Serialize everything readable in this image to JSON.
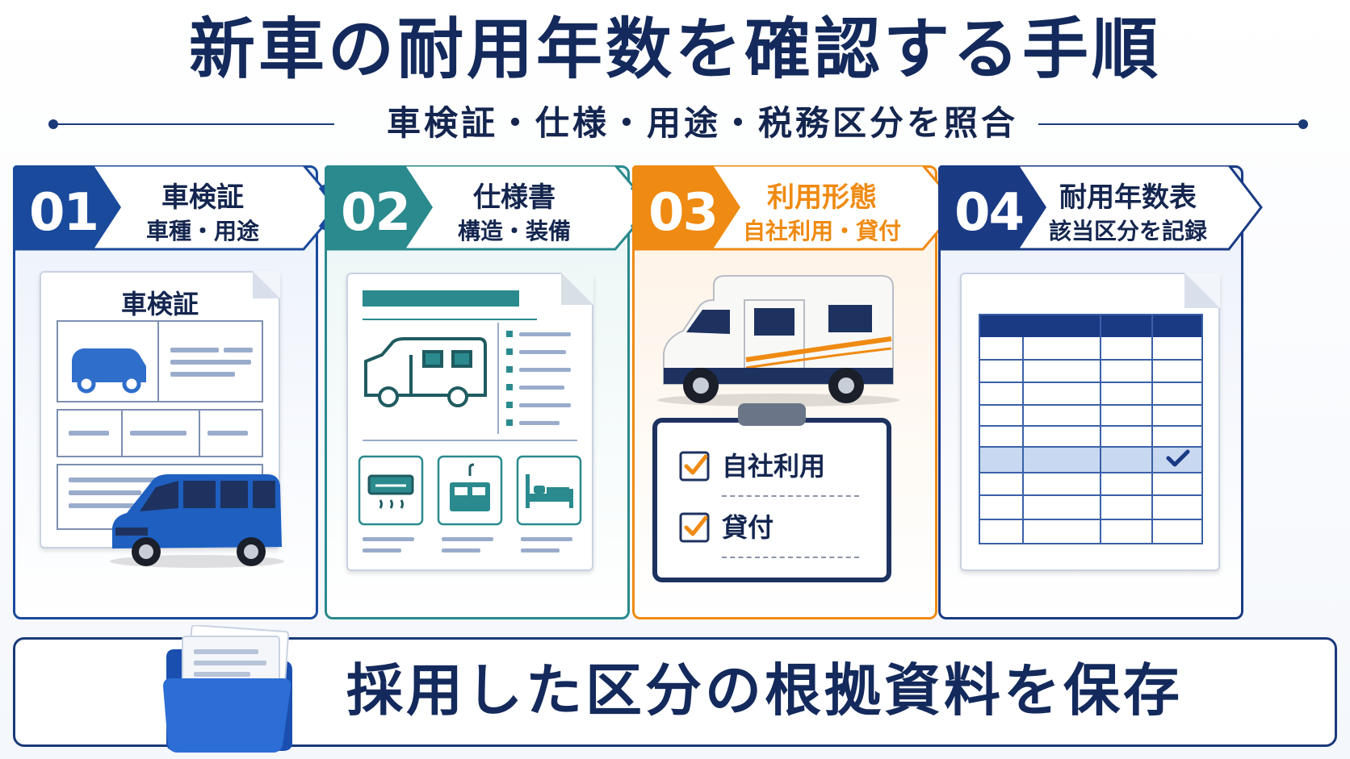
{
  "title": "新車の耐用年数を確認する手順",
  "subtitle": "車検証・仕様・用途・税務区分を照合",
  "steps": [
    {
      "num": "01",
      "title": "車検証",
      "sub": "車種・用途",
      "color": "#1a4a9c",
      "tint": "#ebf1fb"
    },
    {
      "num": "02",
      "title": "仕様書",
      "sub": "構造・装備",
      "color": "#2a8a8e",
      "tint": "#eaf5f5"
    },
    {
      "num": "03",
      "title": "利用形態",
      "sub": "自社利用・貸付",
      "color": "#ef8a12",
      "tint": "#fdf1e3"
    },
    {
      "num": "04",
      "title": "耐用年数表",
      "sub": "該当区分を記録",
      "color": "#1a3a84",
      "tint": "#ebf0fa"
    }
  ],
  "card1": {
    "doc_title": "車検証"
  },
  "card3": {
    "checks": [
      "自社利用",
      "貸付"
    ]
  },
  "bottom": {
    "text": "採用した区分の根拠資料を保存"
  }
}
